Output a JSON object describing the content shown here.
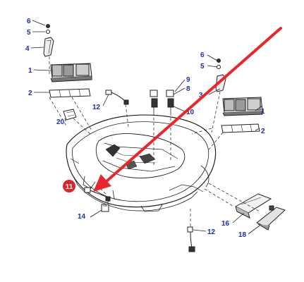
{
  "colors": {
    "callout_text": "#1f2bb0",
    "line": "#222222",
    "highlight_circle": "#d9262b",
    "arrow": "#e8262b"
  },
  "callouts": {
    "c6_left": "6",
    "c5_left": "5",
    "c4": "4",
    "c1_left": "1",
    "c2_left": "2",
    "c12_top": "12",
    "c20": "20",
    "c9": "9",
    "c8": "8",
    "c10": "10",
    "c6_right": "6",
    "c5_right": "5",
    "c3": "3",
    "c1_right": "1",
    "c2_right": "2",
    "c11": "11",
    "c14": "14",
    "c12_bottom": "12",
    "c16": "16",
    "c18": "18"
  }
}
